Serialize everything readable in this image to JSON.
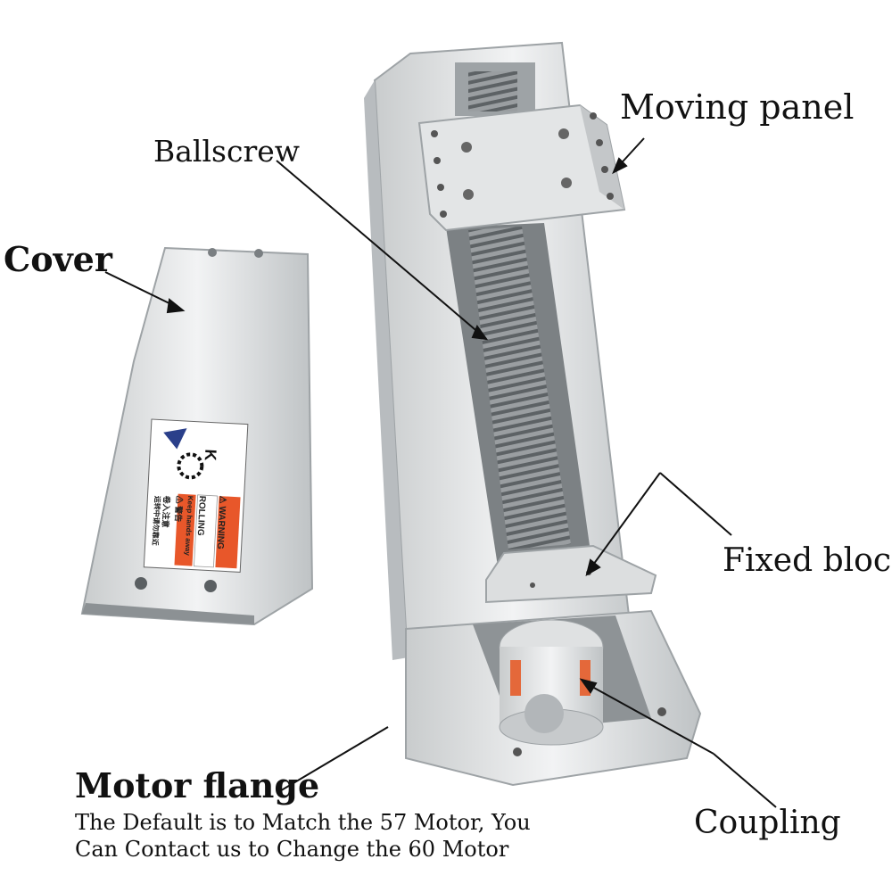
{
  "labels": {
    "moving_panel": "Moving panel",
    "ballscrew": "Ballscrew",
    "cover": "Cover",
    "fixed_block": "Fixed block",
    "motor_flange": "Motor flange",
    "motor_note_line1": "The Default is to Match the 57 Motor, You",
    "motor_note_line2": "Can Contact us to Change the 60 Motor",
    "coupling": "Coupling"
  },
  "sticker": {
    "warning": "⚠ WARNING",
    "rolling": "ROLLING",
    "keep_hands": "Keep hands away",
    "cn_warning": "⚠ 警告",
    "cn_line1": "卷入注意",
    "cn_line2": "运转中请勿靠近"
  },
  "colors": {
    "aluminum": "#d9dbdc",
    "aluminum_dark": "#a9adb0",
    "warning_orange": "#e8572a",
    "coupling_orange": "#e4683a"
  }
}
